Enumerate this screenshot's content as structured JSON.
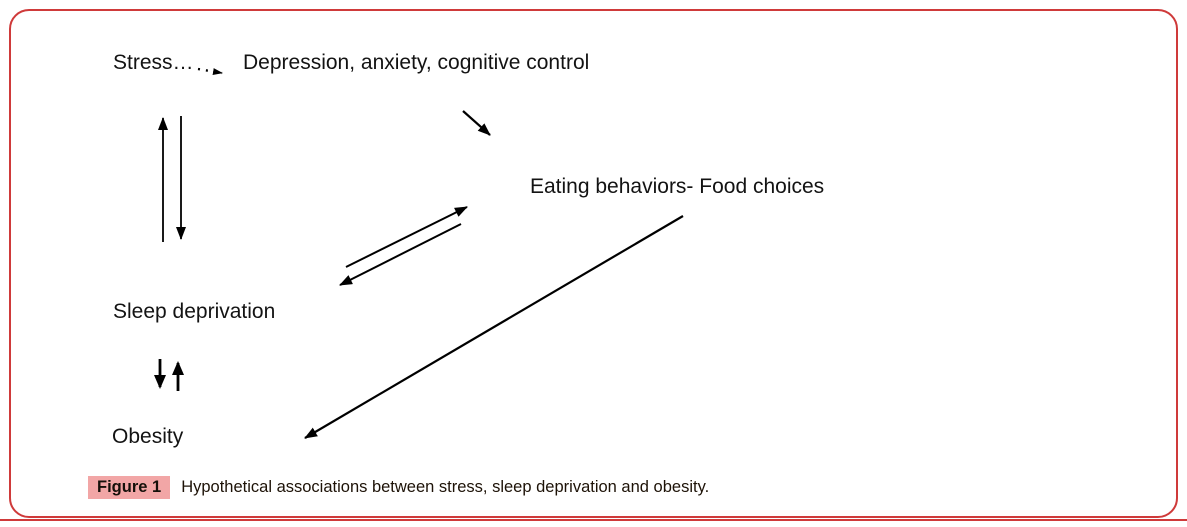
{
  "nodes": {
    "stress": "Stress…",
    "depression": "Depression, anxiety, cognitive control",
    "eating": "Eating behaviors- Food choices",
    "sleep": "Sleep deprivation",
    "obesity": "Obesity"
  },
  "edges": [
    {
      "from": "Stress",
      "to": "Depression, anxiety, cognitive control",
      "style": "dotted",
      "arrows": "forward"
    },
    {
      "from": "Stress",
      "to": "Sleep deprivation",
      "style": "solid",
      "arrows": "both"
    },
    {
      "from": "Depression, anxiety, cognitive control",
      "to": "Eating behaviors- Food choices",
      "style": "solid",
      "arrows": "forward"
    },
    {
      "from": "Sleep deprivation",
      "to": "Eating behaviors- Food choices",
      "style": "solid",
      "arrows": "both"
    },
    {
      "from": "Sleep deprivation",
      "to": "Obesity",
      "style": "solid",
      "arrows": "both"
    },
    {
      "from": "Eating behaviors- Food choices",
      "to": "Obesity",
      "style": "solid",
      "arrows": "forward"
    }
  ],
  "caption": {
    "label": "Figure 1",
    "text": "Hypothetical associations between stress, sleep deprivation and obesity."
  },
  "colors": {
    "border": "#cf3a3a",
    "caption_highlight": "#f2a6a6",
    "arrow": "#000000"
  }
}
